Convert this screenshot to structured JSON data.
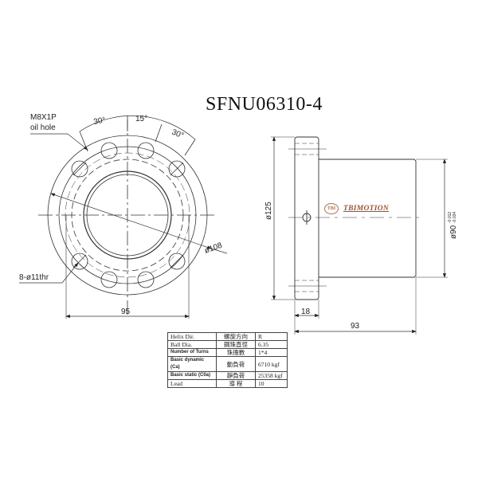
{
  "drawing": {
    "title": "SFNU06310-4",
    "front_view": {
      "oil_hole_label_1": "M8X1P",
      "oil_hole_label_2": "oil hole",
      "angle_left": "30°",
      "angle_center": "15°",
      "angle_right": "30°",
      "diameter_pcd": "ø108",
      "bolt_holes": "8-ø11thr",
      "width_dim": "95"
    },
    "side_view": {
      "flange_diameter": "ø125",
      "body_diameter": "ø90",
      "body_tol_upper": "-0.012",
      "body_tol_lower": "-0.034",
      "flange_thickness": "18",
      "overall_length": "93"
    },
    "logo": {
      "mark": "TBI",
      "text": "TBIMOTION",
      "color": "#a0502a"
    }
  },
  "spec_table": {
    "rows": [
      {
        "en": "Helix Dir.",
        "zh": "螺旋方向",
        "value": "R"
      },
      {
        "en": "Ball Dia.",
        "zh": "鋼珠直徑",
        "value": "6.35"
      },
      {
        "en": "Number of Turns",
        "zh": "珠擔數",
        "value": "1*4"
      },
      {
        "en": "Basic dynamic (Ca)",
        "zh": "動負荷",
        "value": "6710 kgf"
      },
      {
        "en": "Basic static (C0a)",
        "zh": "靜負荷",
        "value": "25358 kgf"
      },
      {
        "en": "Lead",
        "zh": "導 程",
        "value": "10"
      }
    ]
  }
}
